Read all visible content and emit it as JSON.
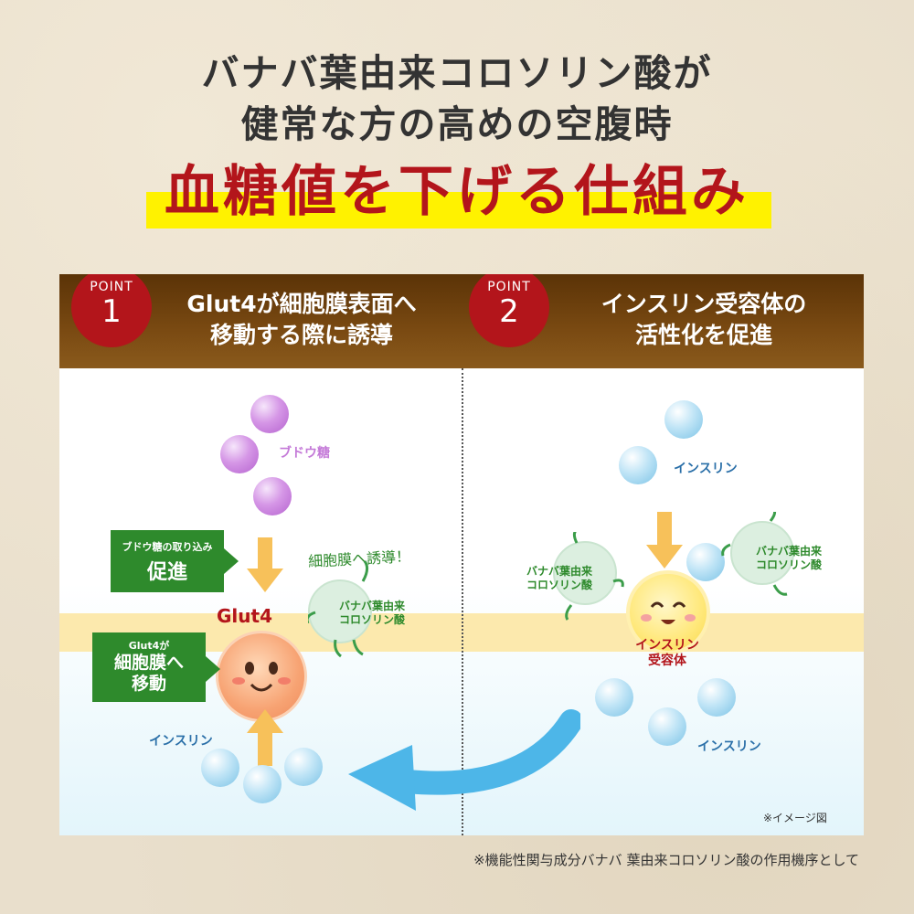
{
  "title": {
    "line1": "バナバ葉由来コロソリン酸が",
    "line2": "健常な方の高めの空腹時",
    "highlight": "血糖値を下げる仕組み"
  },
  "point1": {
    "label": "POINT",
    "number": "1",
    "heading_line1": "Glut4が細胞膜表面へ",
    "heading_line2": "移動する際に誘導"
  },
  "point2": {
    "label": "POINT",
    "number": "2",
    "heading_line1": "インスリン受容体の",
    "heading_line2": "活性化を促進"
  },
  "left": {
    "glucose_label": "ブドウ糖",
    "uptake_box_small": "ブドウ糖の取り込み",
    "uptake_box_big": "促進",
    "guide_text": "細胞膜へ誘導！",
    "chara_label_line1": "バナバ葉由来",
    "chara_label_line2": "コロソリン酸",
    "glut4_label": "Glut4",
    "move_box_small": "Glut4が",
    "move_box_line1": "細胞膜へ",
    "move_box_line2": "移動",
    "insulin_label": "インスリン"
  },
  "right": {
    "insulin_label_top": "インスリン",
    "chara_left_line1": "バナバ葉由来",
    "chara_left_line2": "コロソリン酸",
    "chara_right_line1": "バナバ葉由来",
    "chara_right_line2": "コロソリン酸",
    "receptor_line1": "インスリン",
    "receptor_line2": "受容体",
    "insulin_label_bottom": "インスリン",
    "image_note": "※イメージ図"
  },
  "footnote": "※機能性関与成分バナバ 葉由来コロソリン酸の作用機序として",
  "colors": {
    "accent_red": "#b3151b",
    "highlight_yellow": "#fff200",
    "header_brown": "#6b3f0d",
    "box_green": "#2e8a2c",
    "glucose_purple": "#c47ad8",
    "insulin_blue": "#7cc3e6"
  }
}
